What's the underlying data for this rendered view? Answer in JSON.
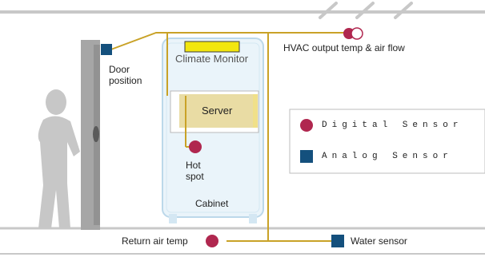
{
  "labels": {
    "door_position_line1": "Door",
    "door_position_line2": "position",
    "climate_monitor": "Climate Monitor",
    "server": "Server",
    "hot_spot_line1": "Hot",
    "hot_spot_line2": "spot",
    "cabinet": "Cabinet",
    "hvac": "HVAC output temp & air flow",
    "return_air": "Return air temp",
    "water_sensor": "Water sensor"
  },
  "legend": {
    "digital_label": "Digital Sensor",
    "analog_label": "Analog Sensor"
  },
  "colors": {
    "digital_sensor": "#b0274f",
    "analog_sensor": "#14507d",
    "wire": "#c9a227",
    "cabinet_fill": "#eaf4fa",
    "cabinet_stroke": "#bcd8ea",
    "server_fill": "#e9dca4",
    "monitor_fill": "#f2e60f",
    "door": "#a6a6a6",
    "person": "#c7c7c7"
  }
}
